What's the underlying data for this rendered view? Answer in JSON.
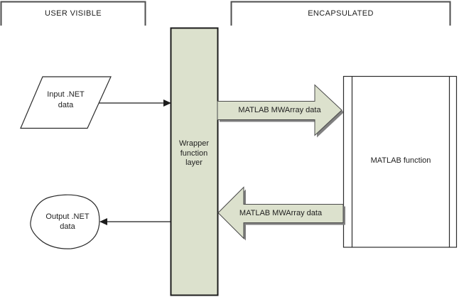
{
  "regions": {
    "user_visible": {
      "label": "USER VISIBLE"
    },
    "encapsulated": {
      "label": "ENCAPSULATED"
    }
  },
  "nodes": {
    "input": {
      "lines": [
        "Input .NET",
        "data"
      ]
    },
    "wrapper": {
      "lines": [
        "Wrapper",
        "function",
        "layer"
      ]
    },
    "matlab_function": {
      "label": "MATLAB function"
    },
    "output": {
      "lines": [
        "Output .NET",
        "data"
      ]
    }
  },
  "arrows": {
    "wrapper_to_matlab": {
      "label": "MATLAB MWArray data"
    },
    "matlab_to_wrapper": {
      "label": "MATLAB MWArray data"
    }
  },
  "colors": {
    "shape_fill": "#dce1cd",
    "shadow": "#808080",
    "outline": "#2e2e2e",
    "text": "#1e1e1e",
    "background": "#ffffff"
  }
}
